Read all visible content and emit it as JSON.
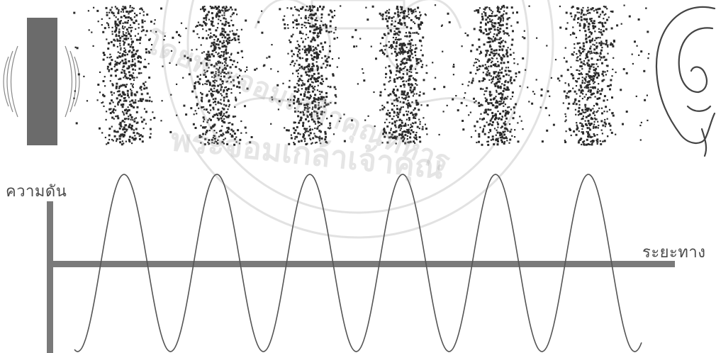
{
  "diagram": {
    "labels": {
      "pressure": "ความดัน",
      "distance": "ระยะทาง"
    },
    "watermark": {
      "line1": "โดยพระจอมเกล้าคุณทหาร",
      "line2": "พระจอมเกล้าเจ้าคุณ"
    },
    "wave": {
      "cycles": 6,
      "peak_color": "#555555"
    },
    "colors": {
      "source": "#6b6b6b",
      "axis": "#7a7a7a",
      "particles": "#2b2b2b",
      "wave": "#555555",
      "ear": "#444444"
    }
  }
}
